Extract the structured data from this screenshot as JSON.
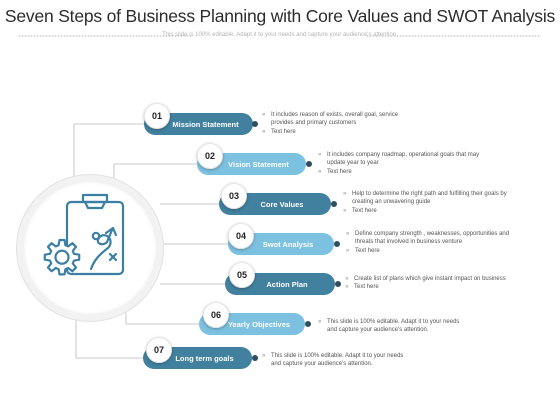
{
  "title": "Seven Steps of Business Planning with Core Values and SWOT Analysis",
  "subtitle": "This slide is 100% editable. Adapt it to your needs and capture your audience's attention.",
  "steps": [
    {
      "num": "01",
      "label": "Mission Statement",
      "lines": [
        "It includes reason of exists, overall goal, service",
        "provides and primary customers",
        "Text here"
      ],
      "bullets": [
        true,
        false,
        true
      ]
    },
    {
      "num": "02",
      "label": "Vision Statement",
      "lines": [
        "It includes company roadmap, operational goals that may",
        "update year to year",
        "Text here"
      ],
      "bullets": [
        true,
        false,
        true
      ]
    },
    {
      "num": "03",
      "label": "Core Values",
      "lines": [
        "Help to determine the right path and fulfilling  their goals by",
        "creating an unwavering guide",
        "Text here"
      ],
      "bullets": [
        true,
        false,
        true
      ]
    },
    {
      "num": "04",
      "label": "Swot Analysis",
      "lines": [
        "Define company strength , weaknesses, opportunities and",
        "threats that involved in business venture",
        "Text here"
      ],
      "bullets": [
        true,
        false,
        true
      ]
    },
    {
      "num": "05",
      "label": "Action Plan",
      "lines": [
        "Create list of plans which give instant impact on business",
        "Text here"
      ],
      "bullets": [
        true,
        true
      ]
    },
    {
      "num": "06",
      "label": "Yearly Objectives",
      "lines": [
        "This slide is 100% editable. Adapt it to your needs",
        "and capture your audience's attention."
      ],
      "bullets": [
        true,
        false
      ]
    },
    {
      "num": "07",
      "label": "Long term goals",
      "lines": [
        "This slide is 100% editable. Adapt it to your needs",
        "and capture your audience's attention."
      ],
      "bullets": [
        true,
        false
      ]
    }
  ],
  "bullet_char": "»",
  "colors": {
    "dark_pill": "#41819f",
    "light_pill": "#7dc1e0",
    "icon": "#3c7fa4"
  },
  "icon": "planning-clipboard-gear-icon"
}
